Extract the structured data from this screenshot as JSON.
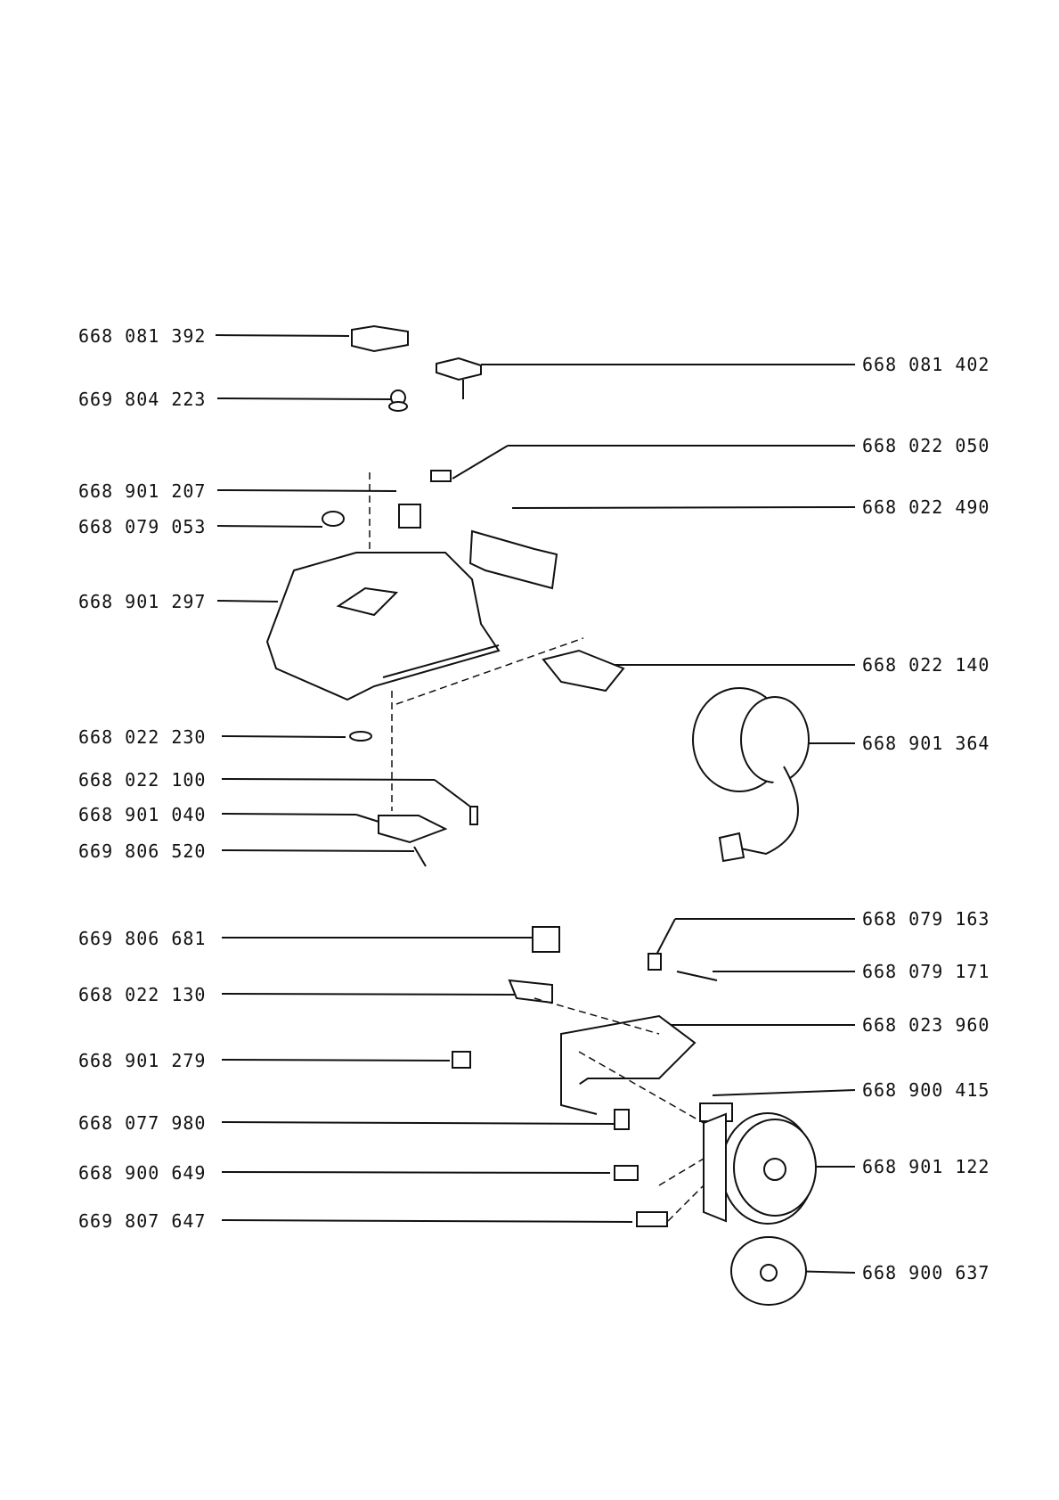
{
  "diagram": {
    "left_labels": [
      "668 081 392",
      "669 804 223",
      "668 901 207",
      "668 079 053",
      "668 901 297",
      "668 022 230",
      "668 022 100",
      "668 901 040",
      "669 806 520",
      "669 806 681",
      "668 022 130",
      "668 901 279",
      "668 077 980",
      "668 900 649",
      "669 807 647"
    ],
    "right_labels": [
      "668 081 402",
      "668 022 050",
      "668 022 490",
      "668 022 140",
      "668 901 364",
      "668 079 163",
      "668 079 171",
      "668 023 960",
      "668 900 415",
      "668 901 122",
      "668 900 637"
    ]
  }
}
